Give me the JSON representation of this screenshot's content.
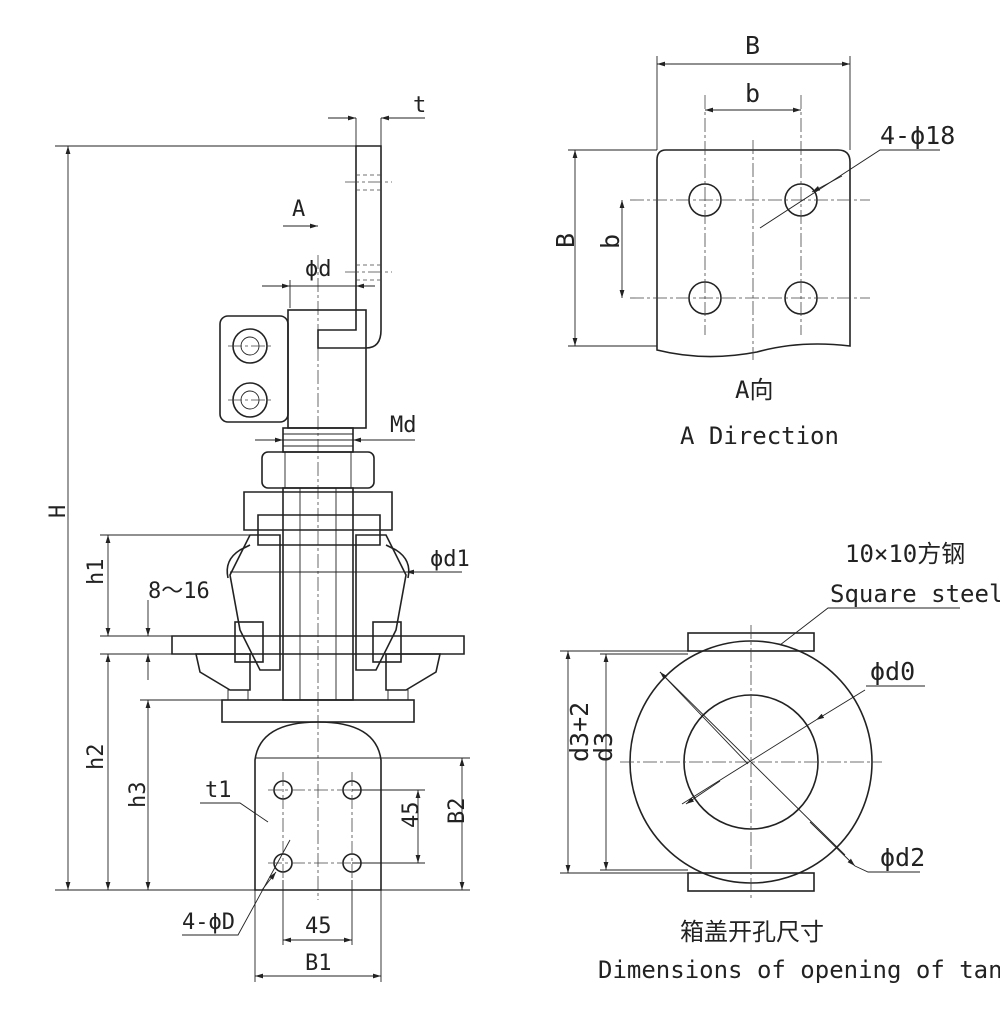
{
  "labels": {
    "t": "t",
    "A": "A",
    "phi_d": "ϕd",
    "Md": "Md",
    "H": "H",
    "phi_d1": "ϕd1",
    "h1": "h1",
    "range": "8～16",
    "h2": "h2",
    "h3": "h3",
    "t1": "t1",
    "dim45_v": "45",
    "B2": "B2",
    "hole_D": "4-ϕD",
    "dim45_h": "45",
    "B1": "B1",
    "B_top": "B",
    "b_top": "b",
    "hole_18": "4-ϕ18",
    "B_side": "B",
    "b_side": "b",
    "phi_d0": "ϕd0",
    "d3_plus2": "d3+2",
    "d3": "d3",
    "phi_d2": "ϕd2"
  },
  "captions": {
    "a_dir_cn": "A向",
    "a_dir_en": "A Direction",
    "steel_cn": "10×10方钢",
    "steel_en": "Square steel",
    "tank_cn": "箱盖开孔尺寸",
    "tank_en": "Dimensions of opening of tank"
  }
}
